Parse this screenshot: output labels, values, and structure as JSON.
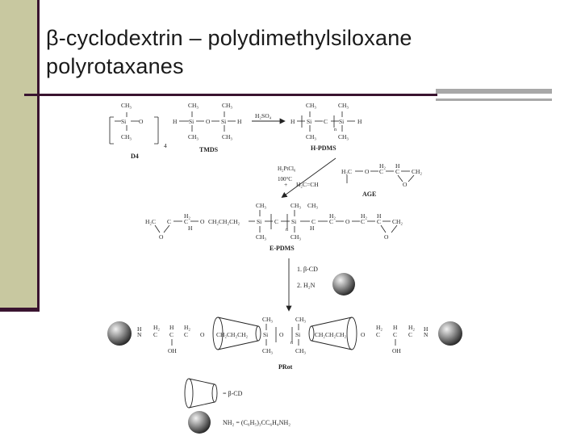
{
  "slide": {
    "title_line1": "β-cyclodextrin – polydimethylsiloxane",
    "title_line2": "polyrotaxanes"
  },
  "scheme": {
    "d4_label": "D4",
    "tmds_label": "TMDS",
    "hpdms_label": "H-PDMS",
    "age_label": "AGE",
    "epdms_label": "E-PDMS",
    "prot_label": "PRot",
    "catalyst_acid": "H₂SO₄",
    "catalyst_pt": "H₂PtCl₆",
    "temp": "100°C",
    "step1": "1. β-CD",
    "step2": "2. H₂N",
    "legend_cd": "= β-CD",
    "legend_amine": "NH₂ = (C₆H₅)₃CC₆H₄NH₂"
  },
  "colors": {
    "frame": "#3a1430",
    "band": "#c8c8a0",
    "rule_gray": "#a8a8a8"
  }
}
